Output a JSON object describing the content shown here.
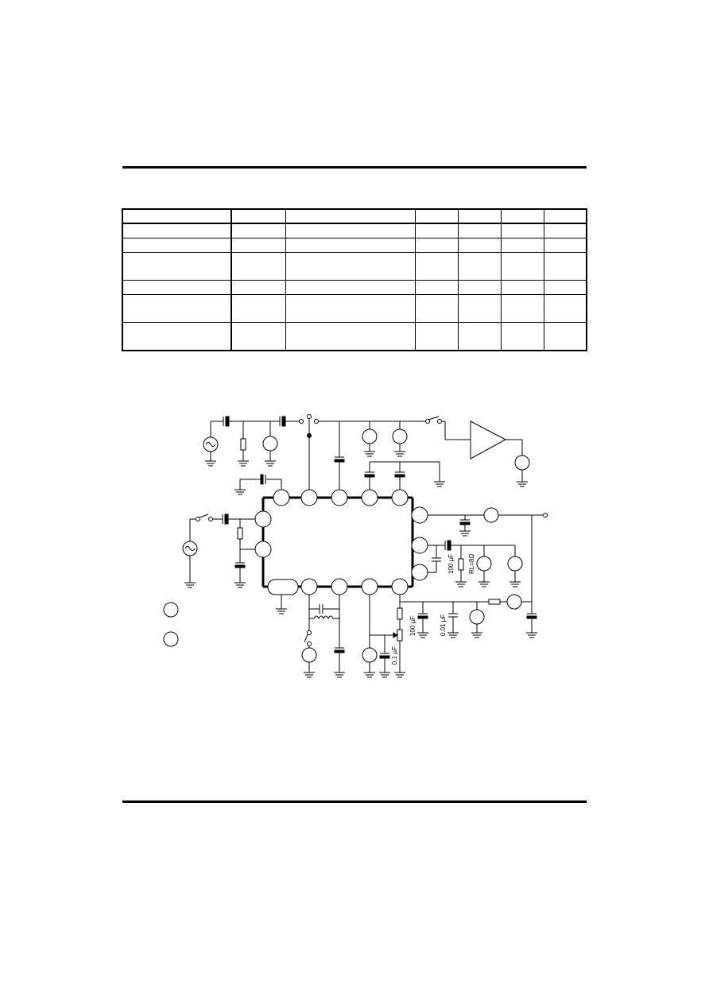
{
  "table": {
    "rows": [
      [
        "",
        "",
        "",
        "",
        "",
        "",
        ""
      ],
      [
        "",
        "",
        "",
        "",
        "",
        "",
        ""
      ],
      [
        "",
        "",
        "",
        "",
        "",
        "",
        ""
      ],
      [
        "",
        "",
        "",
        "",
        "",
        "",
        ""
      ],
      [
        "",
        "",
        "",
        "",
        "",
        "",
        ""
      ],
      [
        "",
        "",
        "",
        "",
        "",
        "",
        ""
      ],
      [
        "",
        "",
        "",
        "",
        "",
        "",
        ""
      ]
    ]
  },
  "circuit": {
    "labels": {
      "cap_100uF_out": "100 µF",
      "load_resistor": "RL=8Ω",
      "cap_100uF_bottom": "100 µF",
      "cap_001uF": "0.01 µF",
      "cap_01uF": "0.1 µF"
    }
  }
}
